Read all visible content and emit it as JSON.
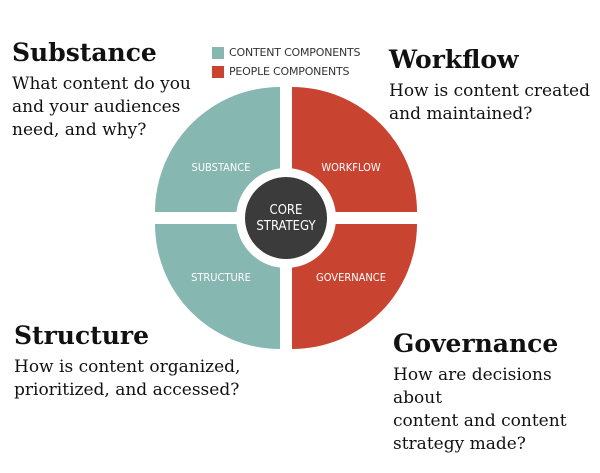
{
  "legend": [
    {
      "label": "CONTENT COMPONENTS",
      "color": "#86b7b1"
    },
    {
      "label": "PEOPLE COMPONENTS",
      "color": "#c94430"
    }
  ],
  "wheel": {
    "quadrants": {
      "substance": {
        "label": "SUBSTANCE",
        "color": "#86b7b1"
      },
      "workflow": {
        "label": "WORKFLOW",
        "color": "#c94430"
      },
      "structure": {
        "label": "STRUCTURE",
        "color": "#86b7b1"
      },
      "governance": {
        "label": "GOVERNANCE",
        "color": "#c94430"
      }
    },
    "core": {
      "line1": "CORE",
      "line2": "STRATEGY",
      "color": "#3b3b3b"
    }
  },
  "sections": {
    "substance": {
      "title": "Substance",
      "description": "What content do you\nand your audiences\nneed, and why?"
    },
    "workflow": {
      "title": "Workflow",
      "description": "How is content created\nand maintained?"
    },
    "structure": {
      "title": "Structure",
      "description": "How is content organized,\nprioritized, and accessed?"
    },
    "governance": {
      "title": "Governance",
      "description": "How are decisions about\ncontent and content\nstrategy made?"
    }
  }
}
